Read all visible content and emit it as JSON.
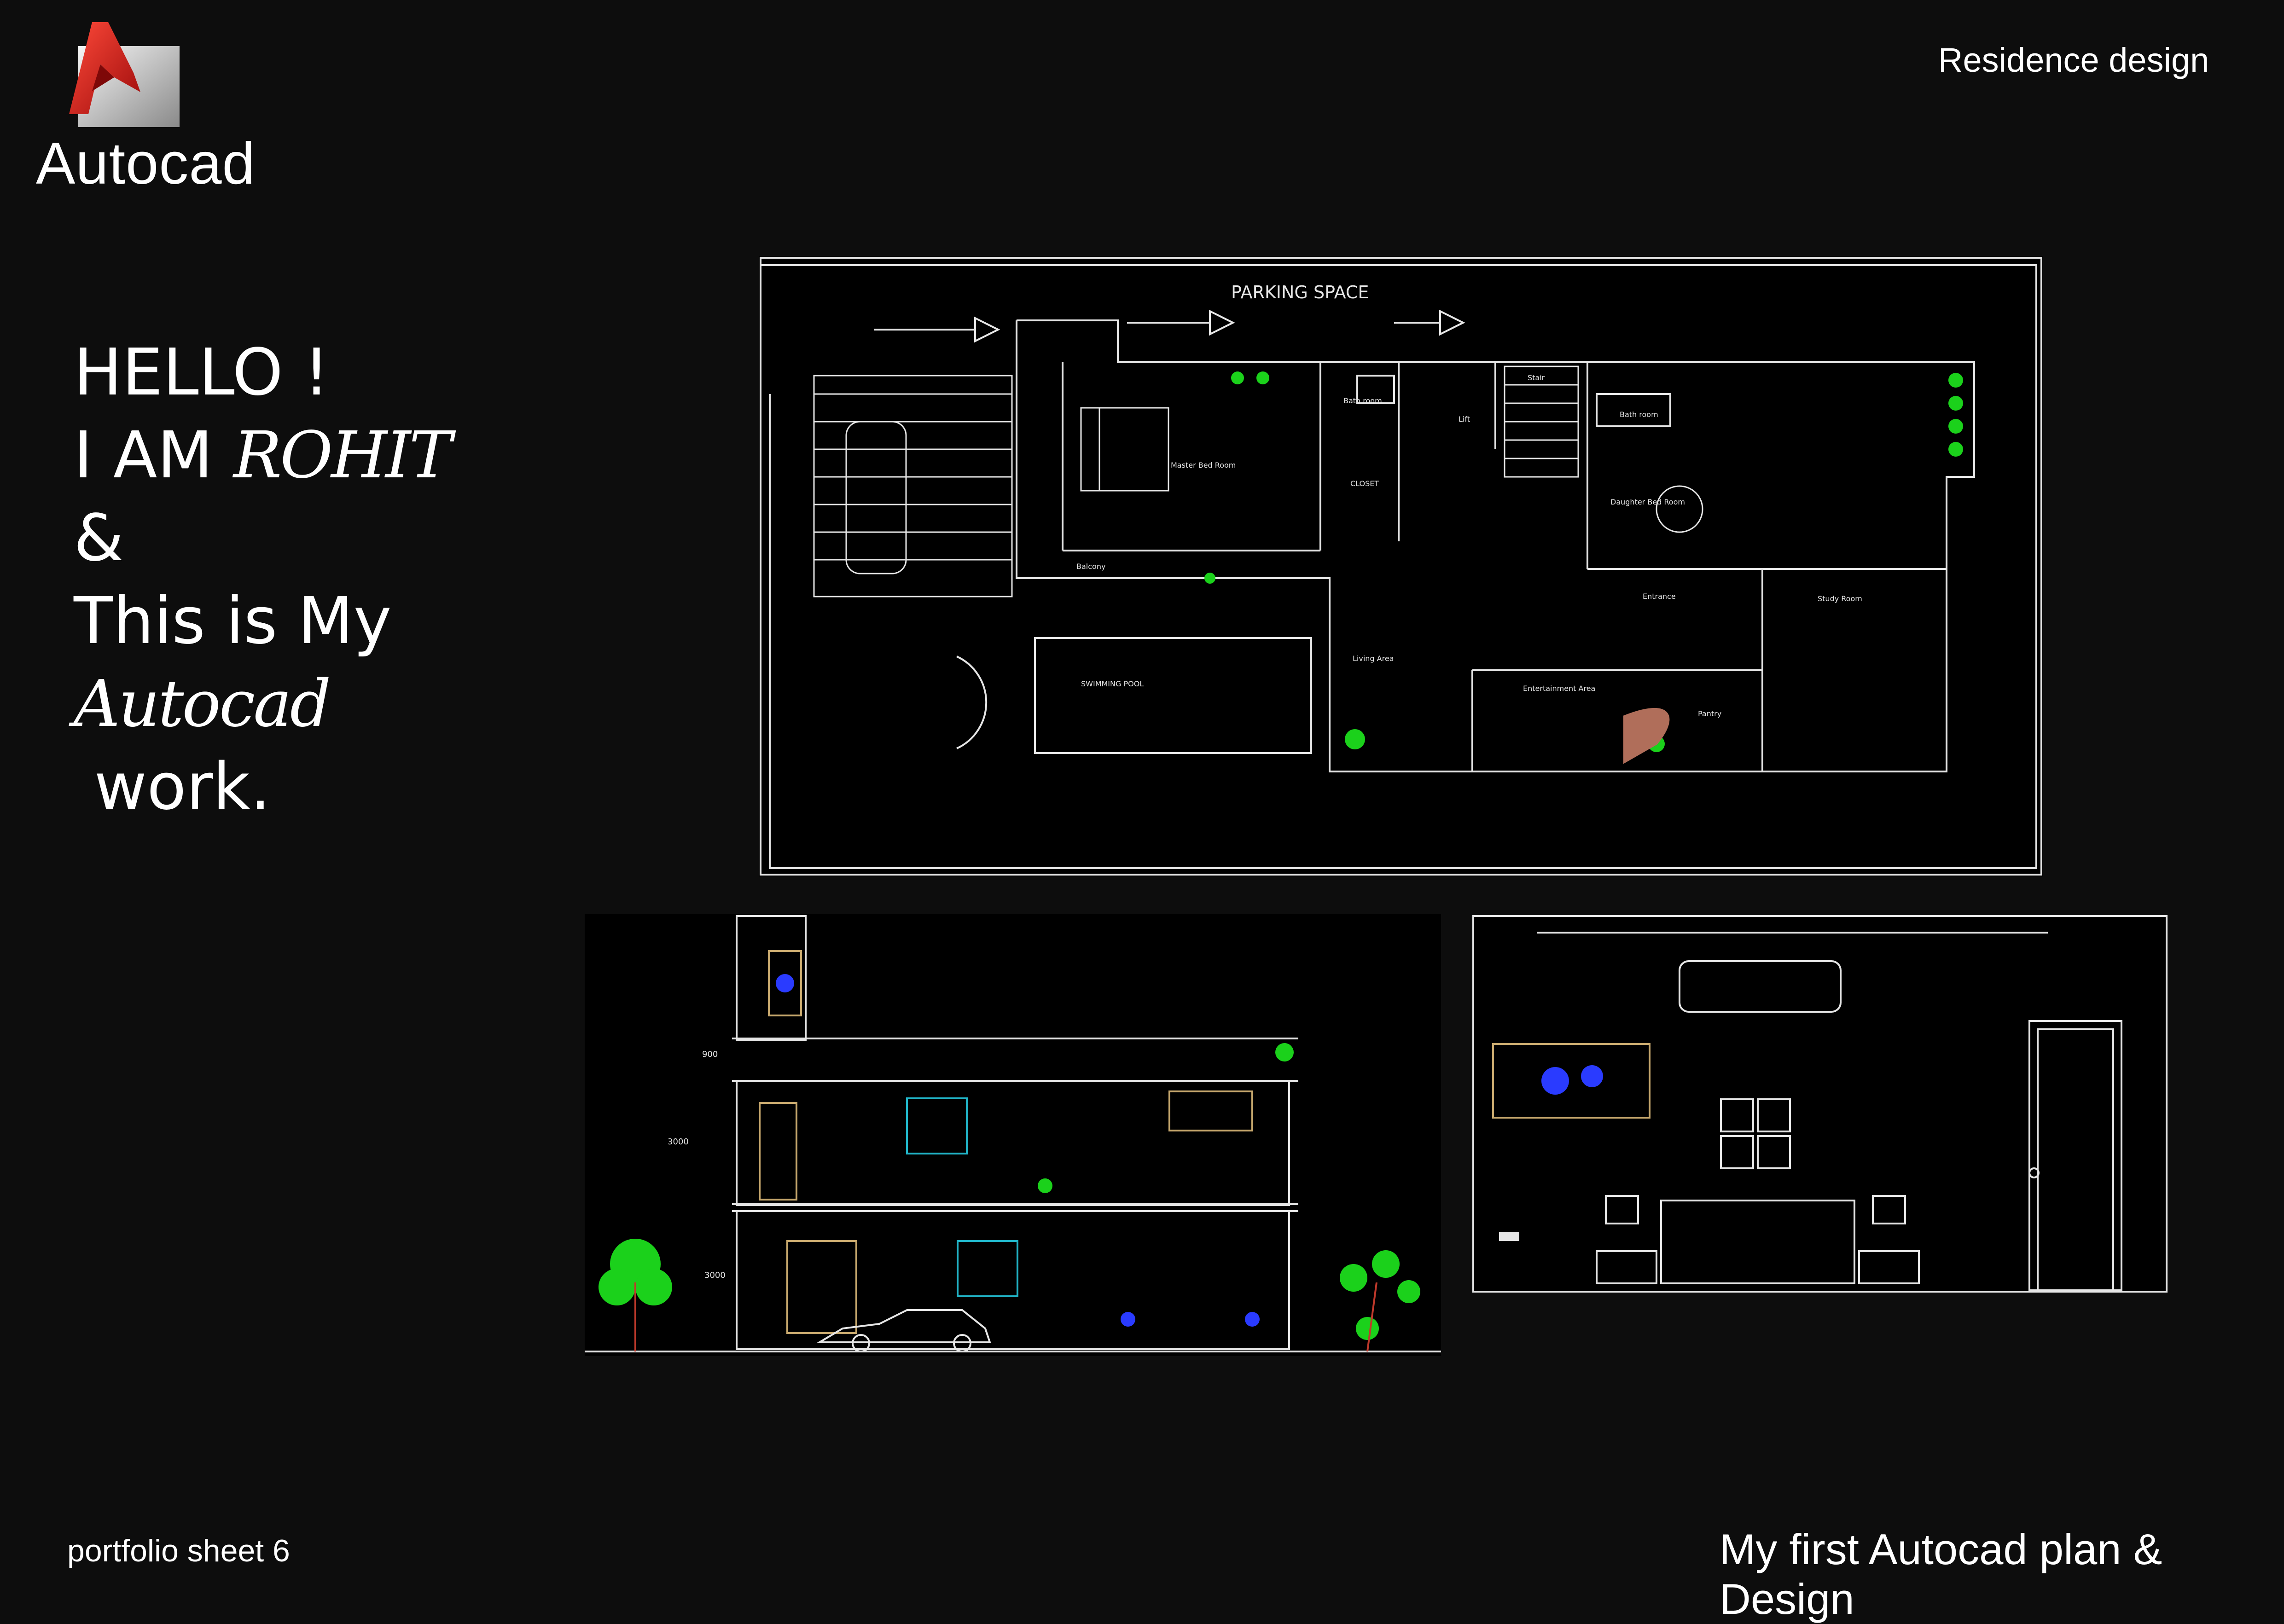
{
  "logo": {
    "icon": "autocad-logo-icon",
    "text": "Autocad",
    "accent": "#d81e1e"
  },
  "header": {
    "title": "Residence design"
  },
  "intro": {
    "line1": "HELLO !",
    "line2_prefix": "I AM ",
    "line2_name": "ROHIT",
    "line3": "&",
    "line4": "This is My",
    "line5": "Autocad",
    "line6": " work."
  },
  "plan": {
    "parking_label": "PARKING SPACE",
    "rooms": [
      "Master Bed Room",
      "Balcony",
      "Bath room",
      "CLOSET",
      "Lift",
      "Stair",
      "Bath room",
      "Daughter Bed Room",
      "Entrance",
      "Study Room",
      "Living Area",
      "Entertainment Area",
      "Pantry",
      "SWIMMING POOL"
    ]
  },
  "elevation": {
    "dims": [
      "900",
      "3000",
      "3000"
    ]
  },
  "footer": {
    "left": "portfolio sheet 6",
    "right": "My first Autocad plan & Design"
  },
  "colors": {
    "background": "#0d0d0d",
    "panel": "#000000",
    "line": "#e6e6e6",
    "green": "#1bd11b",
    "blue": "#2a3bff"
  }
}
